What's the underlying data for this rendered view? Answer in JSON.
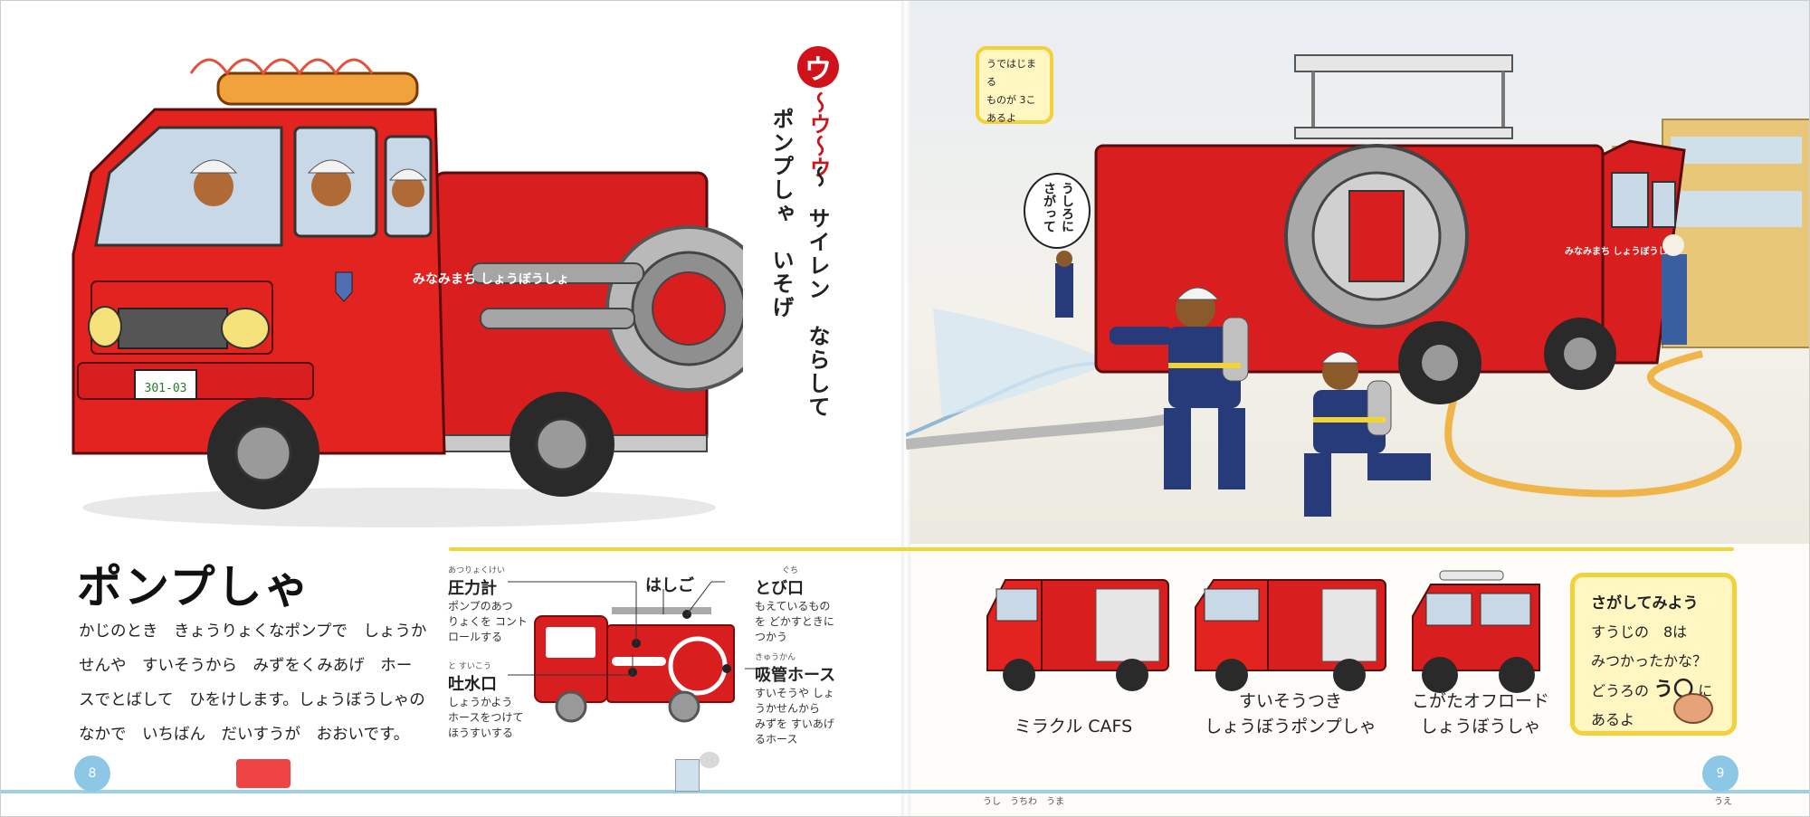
{
  "left_page": {
    "vertical_text": {
      "siren_badge": "ウ",
      "siren_red": "〜ウ〜ウ",
      "siren_tail": "〜",
      "line1": "サイレン　ならして",
      "line2": "ポンプしゃ　いそげ"
    },
    "truck_plate": "301-03",
    "truck_door_text": "みなみまち しょうぼうしょ",
    "title": "ポンプしゃ",
    "description": [
      "かじのとき　きょうりょくなポンプで　しょうか",
      "せんや　すいそうから　みずをくみあげ　ホー",
      "スでとばして　ひをけします。しょうぼうしゃの",
      "なかで　いちばん　だいすうが　おおいです。"
    ],
    "diagram": {
      "pressure_gauge": {
        "ruby": "あつりょくけい",
        "label": "圧力計",
        "desc": [
          "ポンプのあつ",
          "りょくを コント",
          "ロールする"
        ]
      },
      "ladder": {
        "label": "はしご"
      },
      "nozzle": {
        "ruby": "ぐち",
        "label": "とび口",
        "desc": [
          "もえているもの",
          "を どかすときに",
          "つかう"
        ]
      },
      "discharge": {
        "ruby": "と すいこう",
        "label": "吐水口",
        "desc": [
          "しょうかよう",
          "ホースをつけて",
          "ほうすいする"
        ]
      },
      "suction_hose": {
        "ruby": "きゅうかん",
        "label": "吸管ホース",
        "desc": [
          "すいそうや しょ",
          "うかせんから",
          "みずを すいあげ",
          "るホース"
        ]
      }
    },
    "page_number": "8"
  },
  "right_page": {
    "hint_box": [
      "うではじまる",
      "ものが 3こ",
      "あるよ"
    ],
    "bubble_text": "うしろに さがって",
    "truck_door_text": "みなみまち しょうぼうしょ",
    "captions": [
      {
        "lines": [
          "ミラクル CAFS"
        ]
      },
      {
        "lines": [
          "すいそうつき",
          "しょうぼうポンプしゃ"
        ]
      },
      {
        "lines": [
          "こがたオフロード",
          "しょうぼうしゃ"
        ]
      }
    ],
    "search_box": {
      "title": "さがしてみよう",
      "line1": "すうじの　8は",
      "line2": "みつかったかな？",
      "line3_pre": "どうろの",
      "line3_big": "う〇",
      "line3_post": "に",
      "line4": "あるよ"
    },
    "page_number": "9",
    "footer_center": "うし　うちわ　うま",
    "footer_right": "うえ"
  },
  "colors": {
    "truck_red": "#d81e1e",
    "accent_red": "#d0121b",
    "yellow": "#f3d432",
    "page_blue": "#8cc8e6"
  }
}
